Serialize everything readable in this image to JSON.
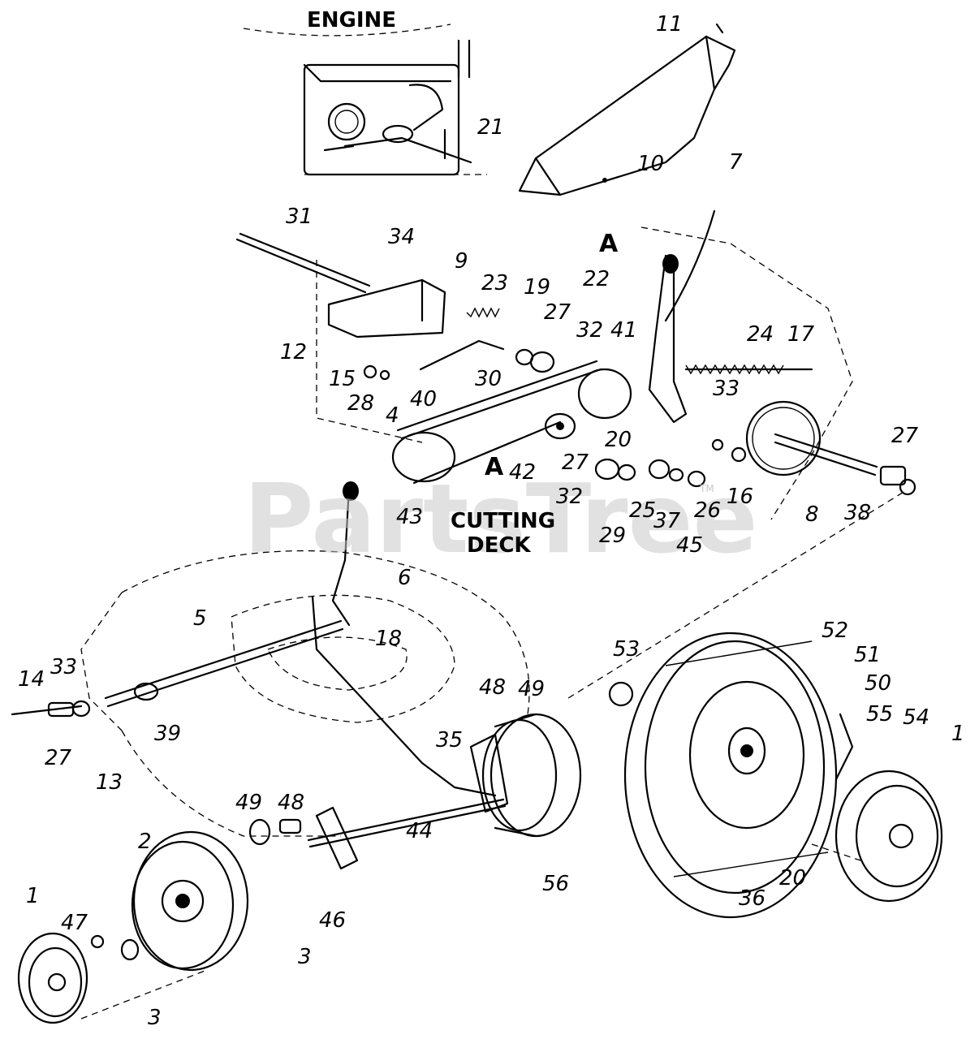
{
  "section_labels": {
    "engine": "ENGINE",
    "cutting_deck_1": "CUTTING",
    "cutting_deck_2": "DECK"
  },
  "callouts": {
    "a_top": "A",
    "a_bottom": "A"
  },
  "watermark": {
    "text": "PartsTree",
    "tm": "TM"
  },
  "part_numbers": {
    "p11": "11",
    "p21": "21",
    "p7": "7",
    "p10": "10",
    "p31": "31",
    "p34": "34",
    "p9": "9",
    "p23": "23",
    "p19": "19",
    "p27a": "27",
    "p32a": "32",
    "p41": "41",
    "p22": "22",
    "p24": "24",
    "p17": "17",
    "p12": "12",
    "p15": "15",
    "p28": "28",
    "p30": "30",
    "p4": "4",
    "p40": "40",
    "p33a": "33",
    "p20a": "20",
    "p27b": "27",
    "p42": "42",
    "p43": "43",
    "p32b": "32",
    "p29": "29",
    "p25": "25",
    "p37": "37",
    "p26": "26",
    "p45": "45",
    "p16": "16",
    "p8": "8",
    "p38": "38",
    "p27c": "27",
    "p6": "6",
    "p5": "5",
    "p18": "18",
    "p14": "14",
    "p33b": "33",
    "p27d": "27",
    "p13": "13",
    "p39": "39",
    "p48a": "48",
    "p49a": "49",
    "p35": "35",
    "p53": "53",
    "p52": "52",
    "p51": "51",
    "p50": "50",
    "p55": "55",
    "p54": "54",
    "p1a": "1",
    "p49b": "49",
    "p48b": "48",
    "p2": "2",
    "p44": "44",
    "p56": "56",
    "p46": "46",
    "p3a": "3",
    "p47": "47",
    "p1b": "1",
    "p3b": "3",
    "p36": "36",
    "p20b": "20"
  }
}
